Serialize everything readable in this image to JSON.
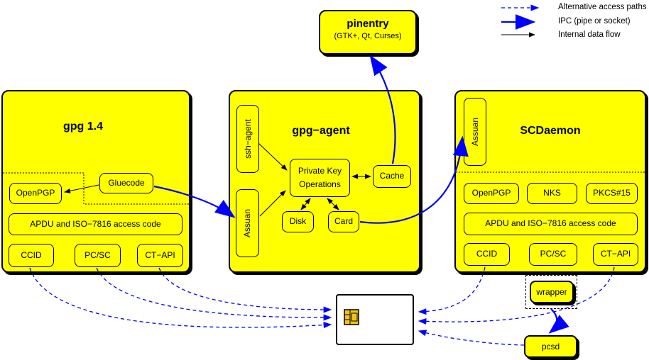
{
  "legend": {
    "items": [
      {
        "label": "Alternative access paths",
        "style": "dashed-blue"
      },
      {
        "label": "IPC (pipe or socket)",
        "style": "solid-blue"
      },
      {
        "label": "Internal data flow",
        "style": "solid-black"
      }
    ]
  },
  "pinentry": {
    "title": "pinentry",
    "subtitle": "(GTK+, Qt, Curses)"
  },
  "gpg14": {
    "title": "gpg 1.4",
    "openpgp": "OpenPGP",
    "gluecode": "Gluecode",
    "apdu": "APDU and ISO−7816 access code",
    "ccid": "CCID",
    "pcsc": "PC/SC",
    "ctapi": "CT−API"
  },
  "gpg_agent": {
    "title": "gpg−agent",
    "ssh_agent": "ssh−agent",
    "assuan": "Assuan",
    "private_key_ops_line1": "Private Key",
    "private_key_ops_line2": "Operations",
    "cache": "Cache",
    "disk": "Disk",
    "card": "Card"
  },
  "scdaemon": {
    "title": "SCDaemon",
    "assuan": "Assuan",
    "openpgp": "OpenPGP",
    "nks": "NKS",
    "pkcs15": "PKCS#15",
    "apdu": "APDU and ISO−7816 access code",
    "ccid": "CCID",
    "pcsc": "PC/SC",
    "ctapi": "CT−API"
  },
  "external": {
    "wrapper": "wrapper",
    "pcsd": "pcsd"
  },
  "icons": {
    "smartcard_chip": "smartcard-chip-icon"
  },
  "colors": {
    "node_fill": "#ffff00",
    "node_border": "#000000",
    "ipc_blue": "#0000ff",
    "alt_path_blue": "#0000ff",
    "internal_flow": "#000000",
    "chip_gold": "#f0c419",
    "background": "#ffffff"
  }
}
